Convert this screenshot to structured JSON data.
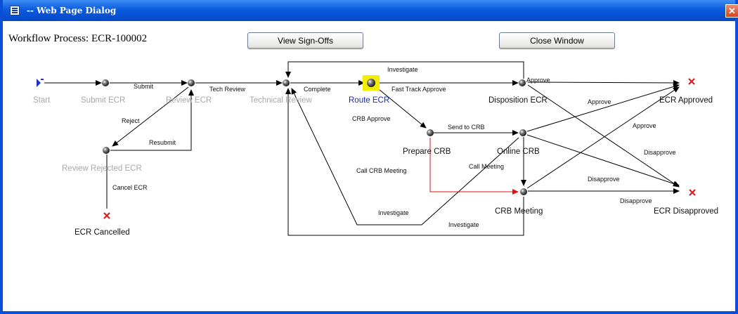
{
  "window": {
    "title": "-- Web Page Dialog",
    "close_glyph": "✕"
  },
  "header": {
    "workflow_title": "Workflow Process: ECR-100002",
    "view_signoffs_label": "View Sign-Offs",
    "close_window_label": "Close Window"
  },
  "nodes": {
    "start": "Start",
    "submit_ecr": "Submit ECR",
    "review_ecr": "Review ECR",
    "technical_review": "Technical Review",
    "route_ecr": "Route ECR",
    "disposition_ecr": "Disposition ECR",
    "review_rejected_ecr": "Review Rejected ECR",
    "ecr_cancelled": "ECR Cancelled",
    "prepare_crb": "Prepare CRB",
    "online_crb": "Online CRB",
    "crb_meeting": "CRB Meeting",
    "ecr_approved": "ECR Approved",
    "ecr_disapproved": "ECR Disapproved"
  },
  "edges": {
    "submit": "Submit",
    "tech_review": "Tech Review",
    "complete": "Complete",
    "investigate_top": "Investigate",
    "fast_track_approve": "Fast Track Approve",
    "approve_disp": "Approve",
    "reject": "Reject",
    "resubmit": "Resubmit",
    "cancel_ecr": "Cancel ECR",
    "crb_approve": "CRB Approve",
    "send_to_crb": "Send to CRB",
    "call_crb_meeting": "Call CRB Meeting",
    "call_meeting": "Call Meeting",
    "investigate_mid": "Investigate",
    "investigate_bottom": "Investigate",
    "approve_1": "Approve",
    "approve_2": "Approve",
    "disapprove_1": "Disapprove",
    "disapprove_2": "Disapprove",
    "disapprove_3": "Disapprove"
  },
  "colors": {
    "active_node_highlight": "#f2ee00",
    "active_node_label": "#1a2ab8",
    "inactive_label": "#a8a8a8",
    "terminal_x": "#d42020",
    "active_path": "#e01010"
  }
}
